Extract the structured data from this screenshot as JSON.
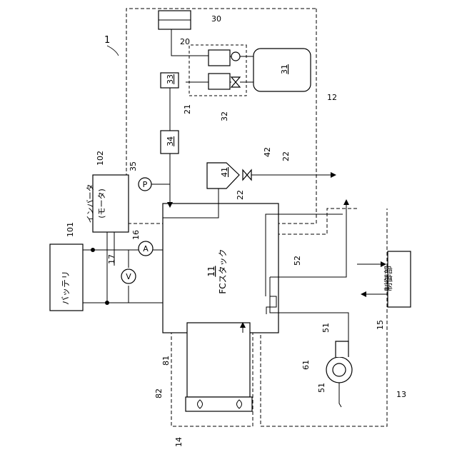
{
  "labels": {
    "system": "1",
    "hydrogen_supply_region": "12",
    "cooling_region": "13",
    "radiator_region": "14",
    "controller_ref": "15",
    "ammeter_ref": "16",
    "voltmeter_ref": "17",
    "pipe_20": "20",
    "pipe_21": "21",
    "pipe_22_top": "22",
    "pipe_22_bottom": "22",
    "component_30": "30",
    "tank": "31",
    "valve_unit": "32",
    "component_33": "33",
    "component_34": "34",
    "pressure_sensor_ref": "35",
    "separator": "41",
    "drain_valve": "42",
    "air_pipe_top": "51",
    "air_pipe_bottom": "51",
    "air_pipe_52": "52",
    "pump": "61",
    "radiator_core": "81",
    "fan": "82",
    "battery_ref": "101",
    "inverter_ref": "102",
    "stack_number": "11"
  },
  "text": {
    "battery": "バッテリ",
    "inverter_line1": "インバータ",
    "inverter_line2": "(モータ)",
    "stack_name": "FCスタック",
    "controller": "制御部",
    "ammeter_symbol": "A",
    "voltmeter_symbol": "V",
    "pressure_symbol": "P"
  }
}
